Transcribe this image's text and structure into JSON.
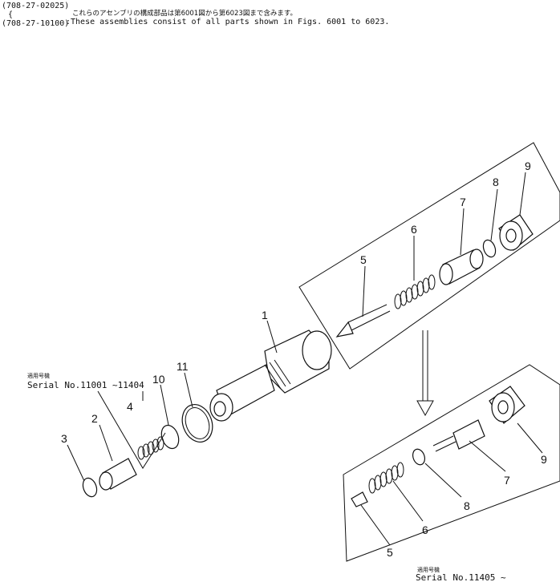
{
  "header": {
    "line1_code": "(708-27-02025)",
    "brace": "{",
    "line2_code": "(708-27-10100)",
    "japanese_note": "これらのアセンブリの構成部品は第6001図から第6023図まで含みます。",
    "english_note": ":These assemblies consist of all parts shown in Figs. 6001 to 6023."
  },
  "serial_left": {
    "jp": "適用号機",
    "text": "Serial No.11001 ~11404"
  },
  "serial_right": {
    "jp": "適用号機",
    "text": "Serial No.11405 ~"
  },
  "callouts": {
    "c1": "1",
    "c2": "2",
    "c3": "3",
    "c4": "4",
    "c5": "5",
    "c6": "6",
    "c7": "7",
    "c8": "8",
    "c9": "9",
    "c10": "10",
    "c11": "11",
    "r5": "5",
    "r6": "6",
    "r7": "7",
    "r8": "8",
    "r9": "9"
  }
}
